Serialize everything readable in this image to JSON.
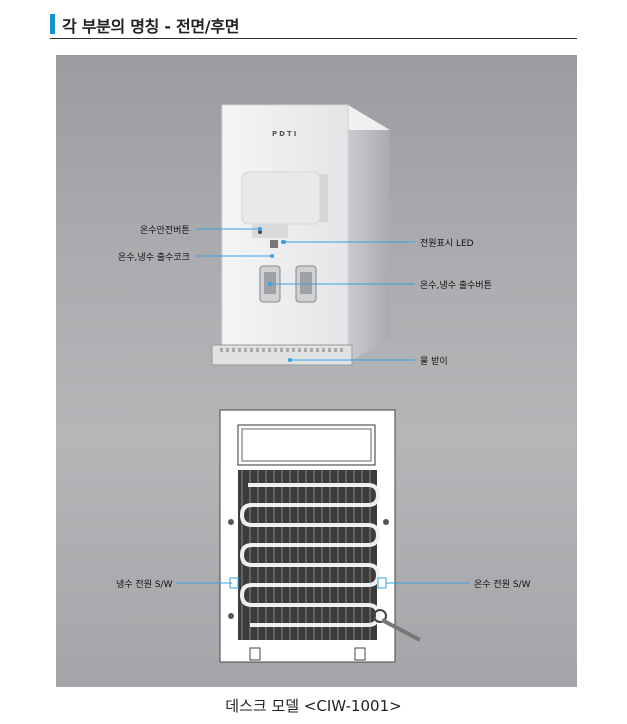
{
  "header": {
    "title": "각 부분의 명칭 - 전면/후면"
  },
  "front": {
    "logo": "PDTI",
    "labels": {
      "hot_safety_button": "온수안전버튼",
      "spout": "온수,냉수 출수코크",
      "power_led": "전원표시 LED",
      "dispense_button": "온수,냉수 출수버튼",
      "drip_tray": "물 받이"
    }
  },
  "back": {
    "labels": {
      "cold_switch": "냉수 전원 S/W",
      "hot_switch": "온수 전원 S/W"
    }
  },
  "caption": "데스크 모델 <CIW-1001>",
  "colors": {
    "accent": "#1a8fd6",
    "leader": "#3aa0e0"
  }
}
